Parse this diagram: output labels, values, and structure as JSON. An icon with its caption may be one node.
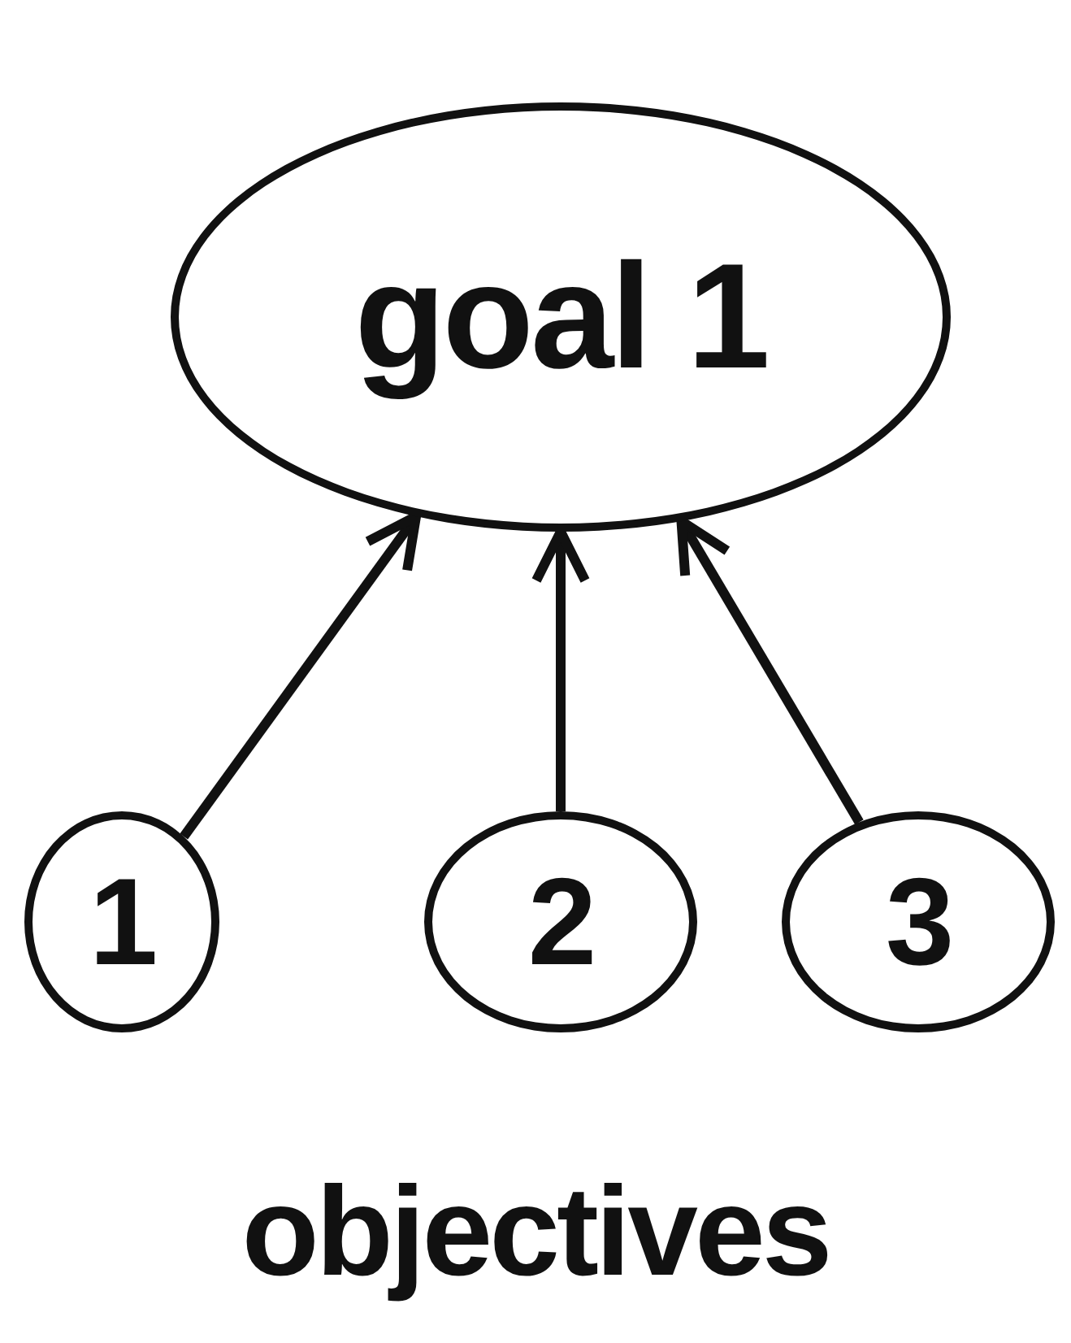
{
  "diagram": {
    "nodes": [
      {
        "text": [
          "goal 1"
        ]
      },
      {
        "text": [
          "1"
        ]
      },
      {
        "text": [
          "2"
        ]
      },
      {
        "text": [
          "3"
        ]
      }
    ],
    "edges": [
      {
        "from": 1,
        "to": 0,
        "arrow": "to"
      },
      {
        "from": 2,
        "to": 0,
        "arrow": "to"
      },
      {
        "from": 3,
        "to": 0,
        "arrow": "to"
      }
    ],
    "labels": [
      "objectives"
    ]
  }
}
